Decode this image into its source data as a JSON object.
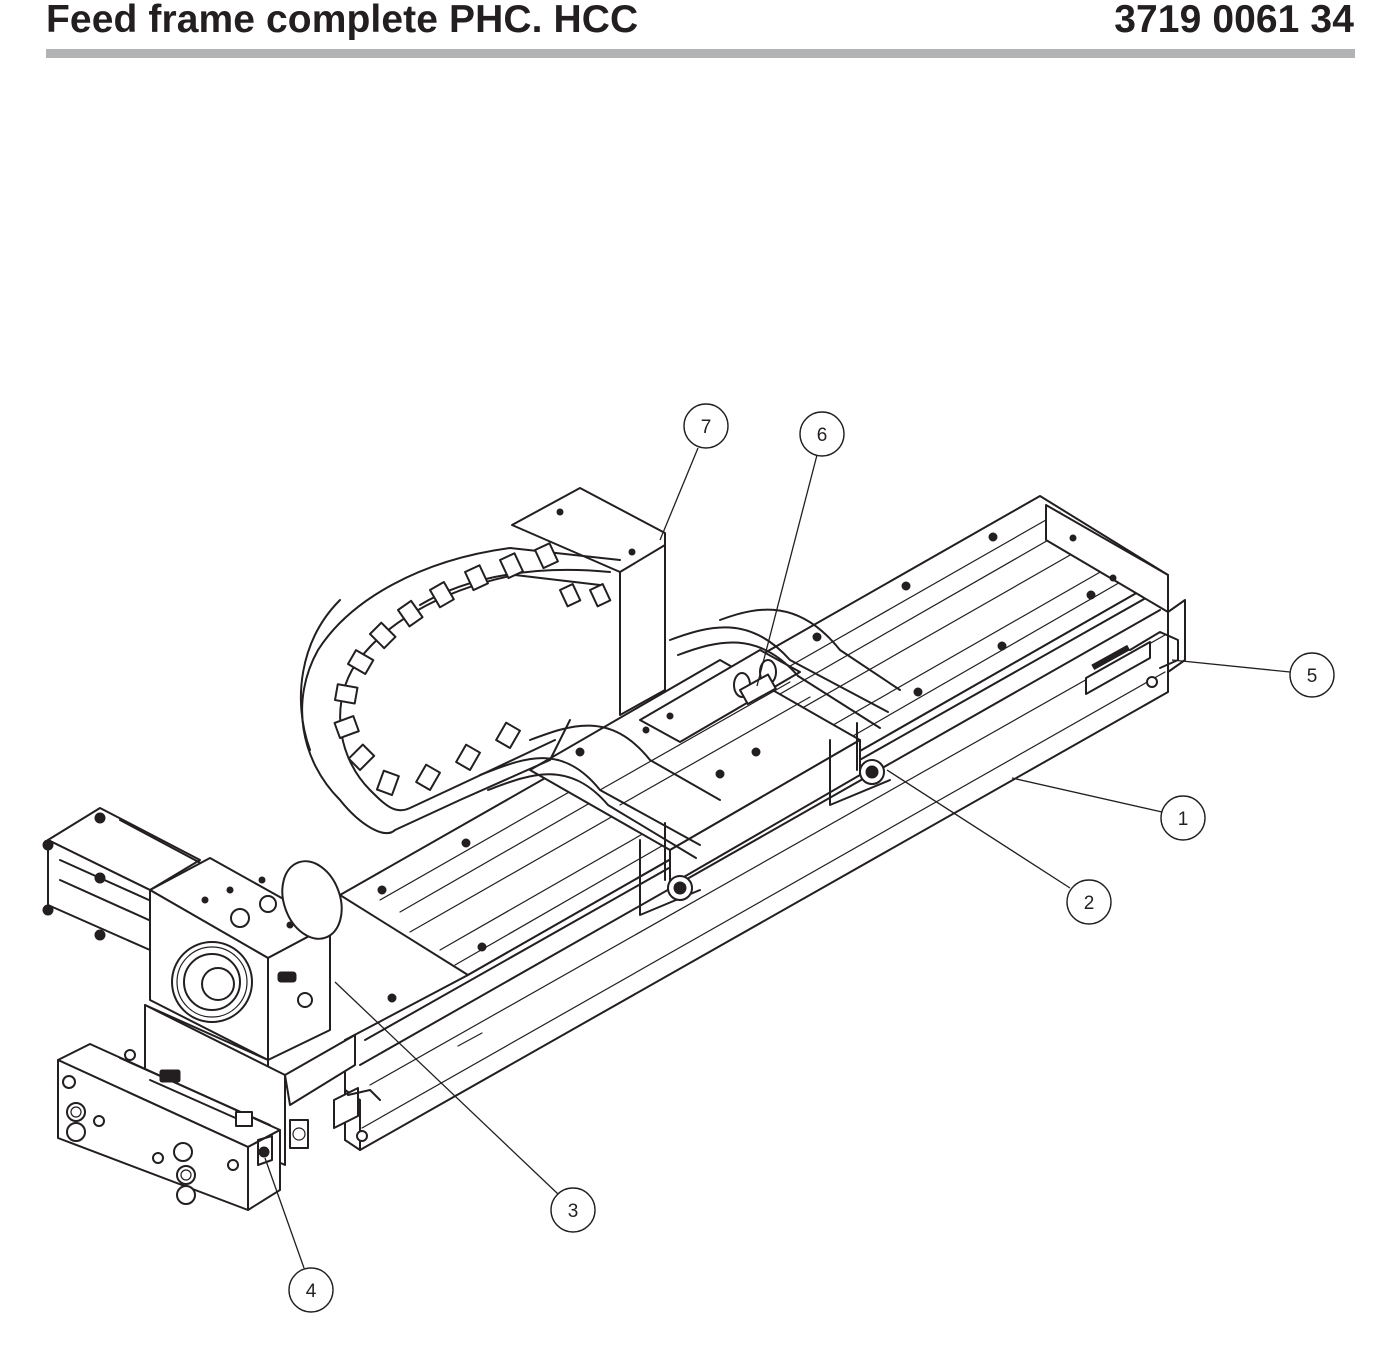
{
  "header": {
    "title": "Feed frame complete PHC. HCC",
    "part_number": "3719 0061 34"
  },
  "callouts": [
    {
      "label": "1"
    },
    {
      "label": "2"
    },
    {
      "label": "3"
    },
    {
      "label": "4"
    },
    {
      "label": "5"
    },
    {
      "label": "6"
    },
    {
      "label": "7"
    }
  ],
  "colors": {
    "line": "#231f20",
    "header_rule": "#b1b3b5",
    "background": "#ffffff"
  }
}
